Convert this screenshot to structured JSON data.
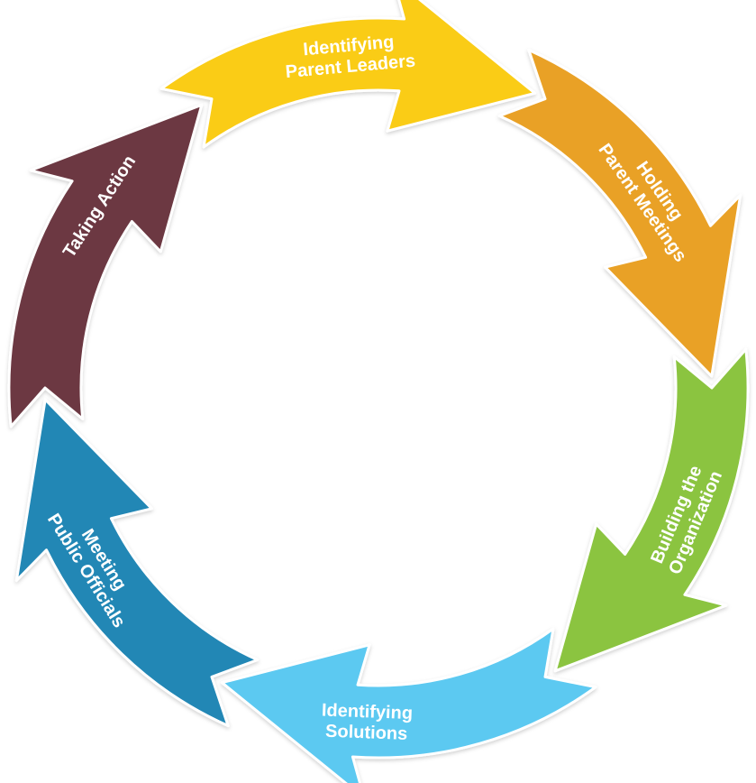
{
  "diagram": {
    "steps": [
      {
        "id": "identifying-parent-leaders",
        "lines": [
          "Identifying",
          "Parent Leaders"
        ],
        "color": "#FACC15"
      },
      {
        "id": "holding-parent-meetings",
        "lines": [
          "Holding",
          "Parent Meetings"
        ],
        "color": "#E9A125"
      },
      {
        "id": "building-the-organization",
        "lines": [
          "Building the",
          "Organization"
        ],
        "color": "#8BC440"
      },
      {
        "id": "identifying-solutions",
        "lines": [
          "Identifying",
          "Solutions"
        ],
        "color": "#5BC9F1"
      },
      {
        "id": "meeting-public-officials",
        "lines": [
          "Meeting",
          "Public Officials"
        ],
        "color": "#2287B5"
      },
      {
        "id": "taking-action",
        "lines": [
          "Taking Action"
        ],
        "color": "#6C3942"
      }
    ]
  }
}
